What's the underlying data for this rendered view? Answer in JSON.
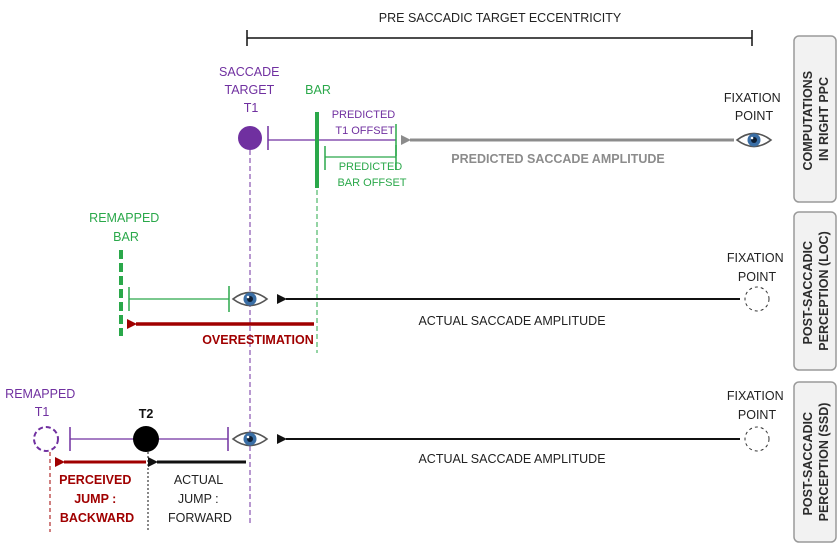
{
  "top": {
    "eccentricity_label": "PRE SACCADIC TARGET ECCENTRICITY"
  },
  "panel1": {
    "saccade_target": [
      "SACCADE",
      "TARGET",
      "T1"
    ],
    "bar": "BAR",
    "predicted_t1_offset": [
      "PREDICTED",
      "T1 OFFSET"
    ],
    "predicted_bar_offset": [
      "PREDICTED",
      "BAR OFFSET"
    ],
    "predicted_saccade_amplitude": "PREDICTED SACCADE AMPLITUDE",
    "fixation_point": [
      "FIXATION",
      "POINT"
    ],
    "side_label": [
      "COMPUTATIONS",
      "IN RIGHT PPC"
    ]
  },
  "panel2": {
    "remapped_bar": [
      "REMAPPED",
      "BAR"
    ],
    "overestimation": "OVERESTIMATION",
    "actual_saccade_amplitude": "ACTUAL SACCADE AMPLITUDE",
    "fixation_point": [
      "FIXATION",
      "POINT"
    ],
    "side_label": [
      "POST-SACCADIC",
      "PERCEPTION (LOC)"
    ]
  },
  "panel3": {
    "remapped_t1": [
      "REMAPPED",
      "T1"
    ],
    "t2": "T2",
    "perceived_jump": [
      "PERCEIVED",
      "JUMP :",
      "BACKWARD"
    ],
    "actual_jump": [
      "ACTUAL",
      "JUMP :",
      "FORWARD"
    ],
    "actual_saccade_amplitude": "ACTUAL SACCADE AMPLITUDE",
    "fixation_point": [
      "FIXATION",
      "POINT"
    ],
    "side_label": [
      "POST-SACCADIC",
      "PERCEPTION (SSD)"
    ]
  },
  "colors": {
    "purple": "#7030a0",
    "green": "#2aa84a",
    "dark_red": "#a00000",
    "gray": "#8c8c8c",
    "black": "#111111",
    "eye_blue": "#3a6ea5"
  },
  "icons": [
    "eye-icon",
    "dashed-circle-icon"
  ]
}
